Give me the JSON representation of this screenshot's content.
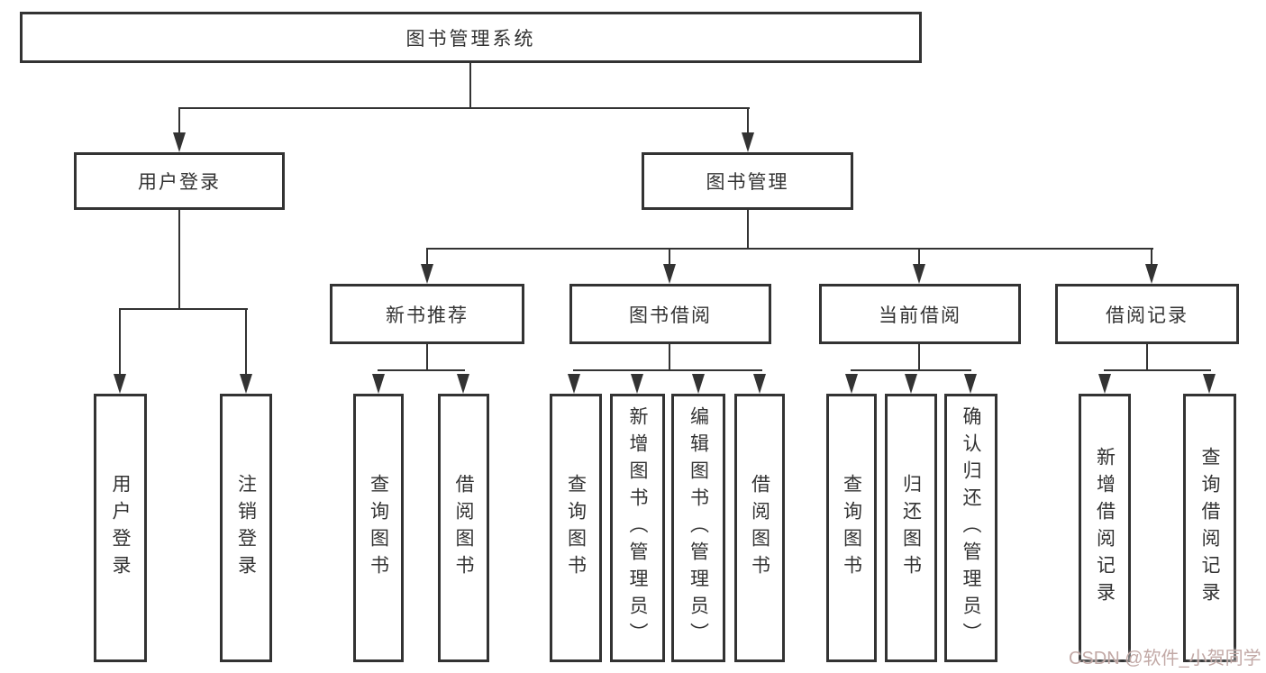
{
  "colors": {
    "line": "#333333",
    "box_border": "#333333",
    "box_background": "#ffffff",
    "text": "#333333",
    "page_background": "#ffffff",
    "watermark": "#c2a9a6"
  },
  "watermark": {
    "text": "CSDN @软件_小贺同学"
  },
  "tree": {
    "root": "图书管理系统",
    "branches": [
      {
        "label": "用户登录",
        "children": [
          "用户登录",
          "注销登录"
        ]
      },
      {
        "label": "图书管理",
        "groups": [
          {
            "label": "新书推荐",
            "children": [
              "查询图书",
              "借阅图书"
            ]
          },
          {
            "label": "图书借阅",
            "children": [
              "查询图书",
              "新增图书（管理员）",
              "编辑图书（管理员）",
              "借阅图书"
            ]
          },
          {
            "label": "当前借阅",
            "children": [
              "查询图书",
              "归还图书",
              "确认归还（管理员）"
            ]
          },
          {
            "label": "借阅记录",
            "children": [
              "新增借阅记录",
              "查询借阅记录"
            ]
          }
        ]
      }
    ]
  }
}
